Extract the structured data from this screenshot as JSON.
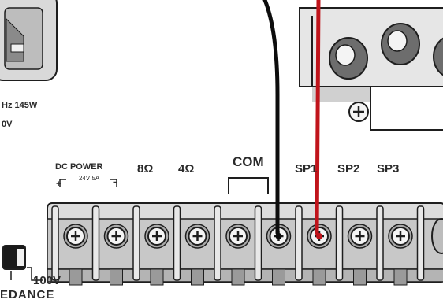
{
  "labels": {
    "rating": "Hz 145W",
    "voltage_partial": "0V",
    "dc_power": "DC POWER",
    "dc_rating": "24V 5A",
    "plus": "+",
    "minus": "−",
    "ohm8": "8Ω",
    "ohm4": "4Ω",
    "com": "COM",
    "sp1": "SP1",
    "sp2": "SP2",
    "sp3": "SP3",
    "v100": "100V",
    "impedance": "EDANCE"
  },
  "terminal_count": 9,
  "wires": [
    {
      "name": "black",
      "color": "#0d0d0d",
      "terminal": 6
    },
    {
      "name": "red",
      "color": "#c0141b",
      "terminal": 7
    }
  ],
  "colors": {
    "background": "#ffffff",
    "panel_gray": "#d8d8d8",
    "line": "#1e1e1e",
    "terminal_fill": "#cfcfcf",
    "screw_fill": "#f4f4f4"
  }
}
